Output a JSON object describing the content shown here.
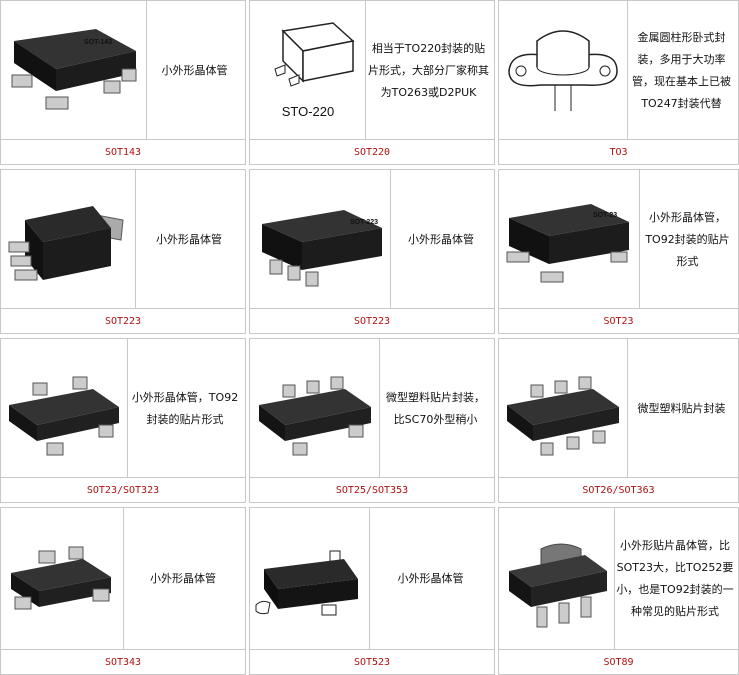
{
  "cells": [
    {
      "name": "SOT143",
      "caption": "SOT143",
      "desc": "小外形晶体管",
      "pkg_label": "SOT-143"
    },
    {
      "name": "SOT220",
      "caption": "SOT220",
      "desc": "相当于TO220封装的贴片形式，大部分厂家称其为TO263或D2PUK",
      "pkg_label": "STO-220"
    },
    {
      "name": "TO3",
      "caption": "TO3",
      "desc": "金属圆柱形卧式封装，多用于大功率管，现在基本上已被TO247封装代替"
    },
    {
      "name": "SOT223-a",
      "caption": "SOT223",
      "desc": "小外形晶体管"
    },
    {
      "name": "SOT223-b",
      "caption": "SOT223",
      "desc": "小外形晶体管",
      "pkg_label": "SOT-223"
    },
    {
      "name": "SOT23",
      "caption": "SOT23",
      "desc": "小外形晶体管，TO92封装的贴片形式",
      "pkg_label": "SOT-23"
    },
    {
      "name": "SOT23-SOT323",
      "caption": "SOT23/SOT323",
      "desc": "小外形晶体管，TO92封装的贴片形式"
    },
    {
      "name": "SOT25-SOT353",
      "caption": "SOT25/SOT353",
      "desc": "微型塑料贴片封装，比SC70外型稍小"
    },
    {
      "name": "SOT26-SOT363",
      "caption": "SOT26/SOT363",
      "desc": "微型塑料贴片封装"
    },
    {
      "name": "SOT343",
      "caption": "SOT343",
      "desc": "小外形晶体管"
    },
    {
      "name": "SOT523",
      "caption": "SOT523",
      "desc": "小外形晶体管"
    },
    {
      "name": "SOT89",
      "caption": "SOT89",
      "desc": "小外形贴片晶体管，比SOT23大，比TO252要小，也是TO92封装的一种常见的贴片形式"
    }
  ],
  "colors": {
    "caption": "#b01010",
    "border": "#c8c8c8",
    "chip": "#1a1a1a",
    "lead": "#cfcfcf"
  }
}
